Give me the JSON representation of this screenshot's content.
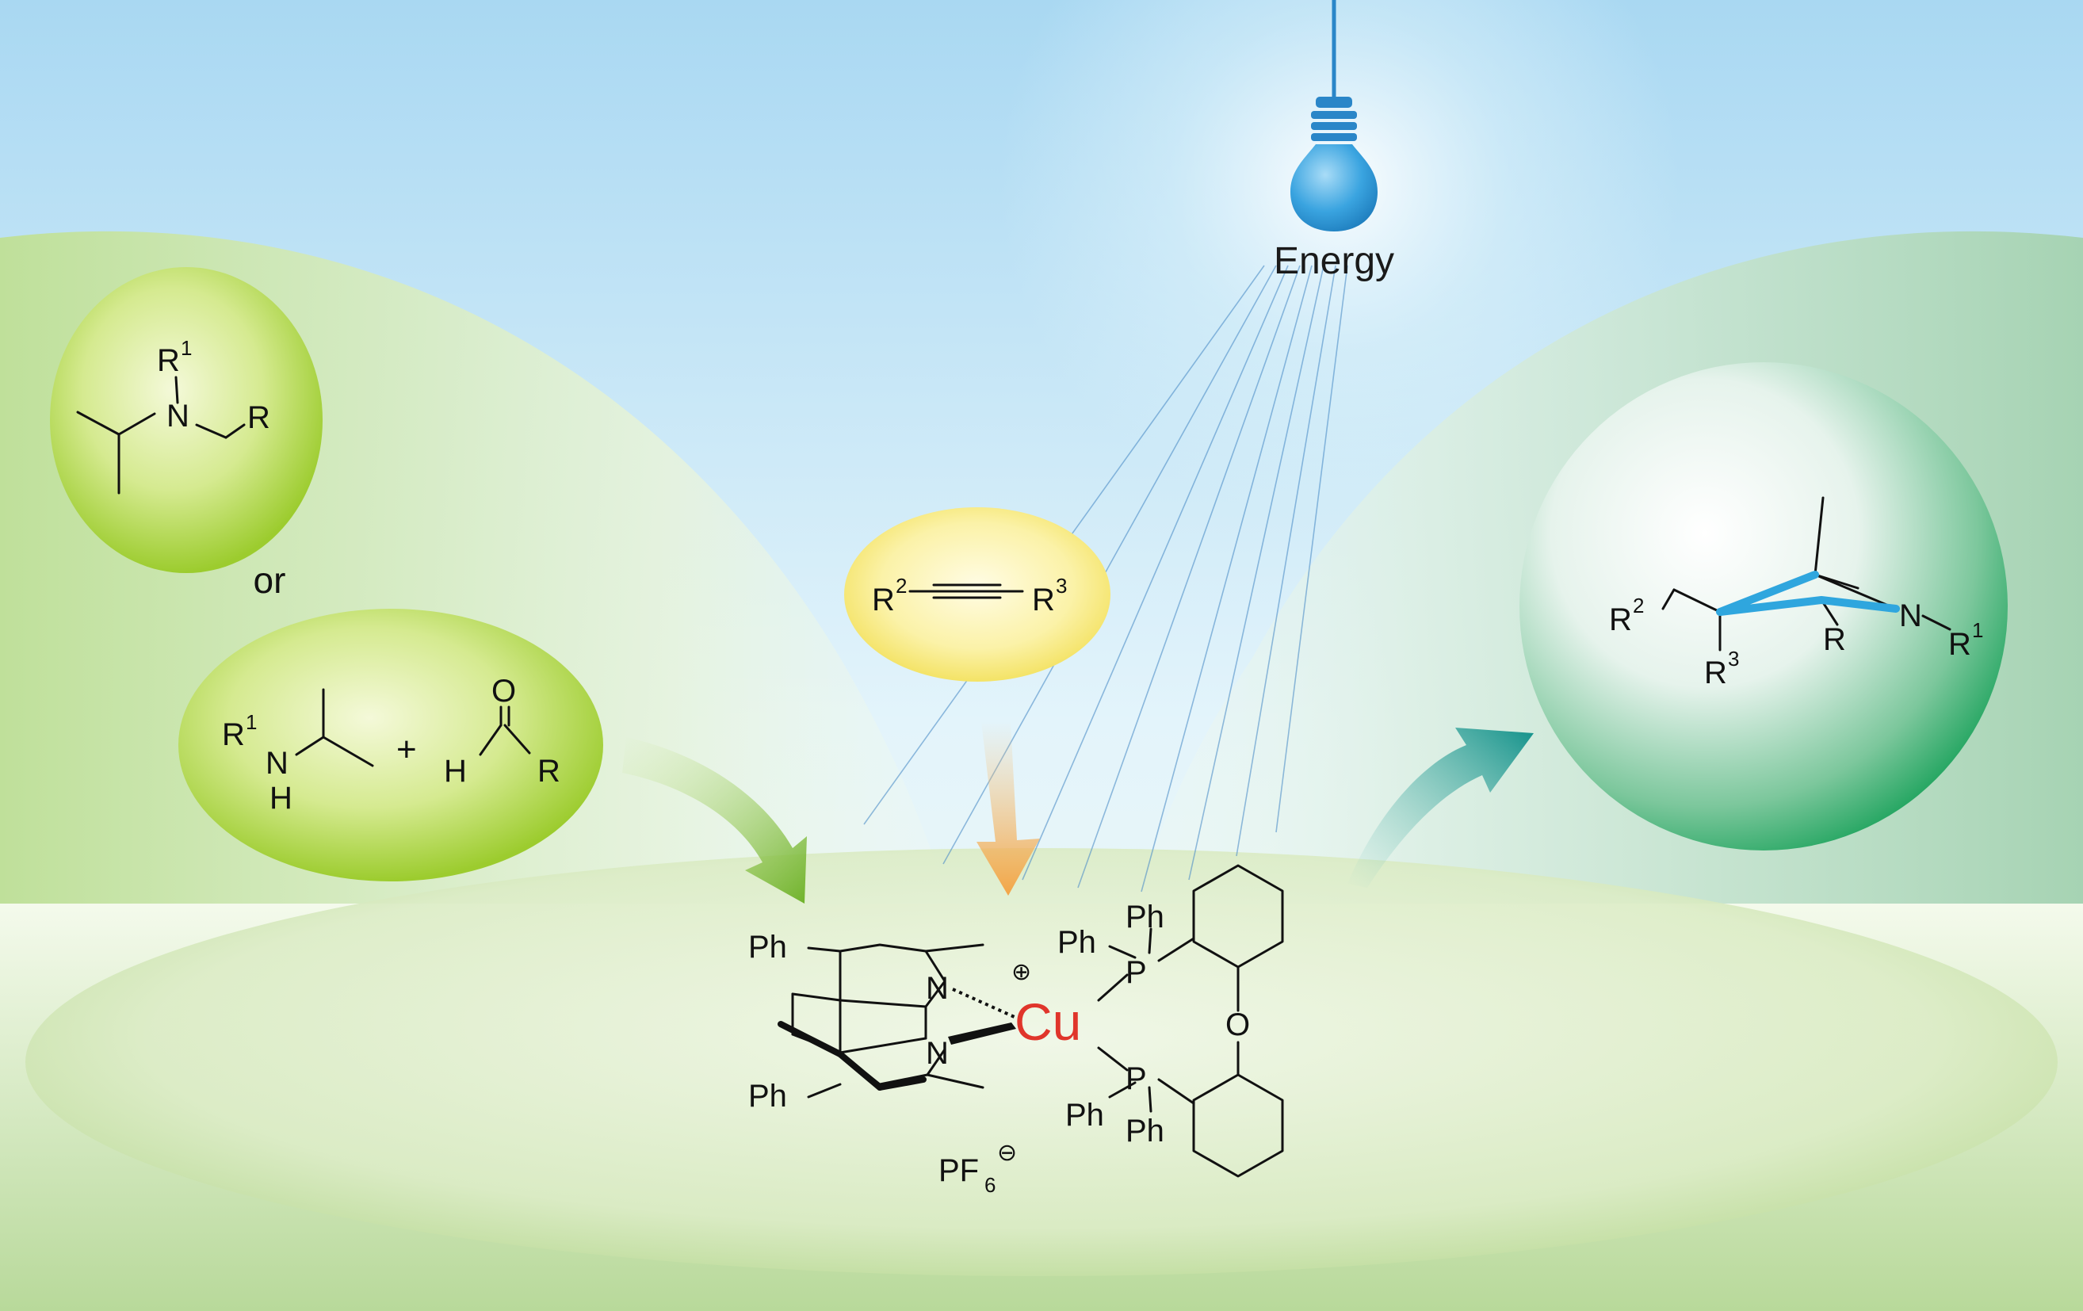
{
  "colors": {
    "sky_top": "#a9d8f2",
    "sky_mid": "#e3f4fb",
    "hill_green": "#c6e3a4",
    "ground_green": "#b8d99a",
    "lime_bubble": "#b5d94f",
    "yellow_bubble": "#f6e978",
    "product_bubble": "#2ca968",
    "bulb_blue": "#3aa4e0",
    "copper_red": "#e0352b",
    "arrow_green": "#7cbb34",
    "arrow_orange": "#f3a547",
    "arrow_teal": "#17958e",
    "highlight_bond": "#2fa6de"
  },
  "light": {
    "label": "Energy",
    "icon": "light-bulb-icon"
  },
  "reactants": {
    "amine": {
      "n_label": "N",
      "r1": "R",
      "r1_sup": "1",
      "r_label": "R"
    },
    "connector": "or",
    "secondary_amine": {
      "r1": "R",
      "r1_sup": "1",
      "n_label": "N",
      "h_label": "H"
    },
    "plus": "+",
    "aldehyde": {
      "o_label": "O",
      "h_label": "H",
      "r_label": "R"
    }
  },
  "alkyne": {
    "r2": "R",
    "r2_sup": "2",
    "r3": "R",
    "r3_sup": "3"
  },
  "catalyst": {
    "metal": "Cu",
    "charge": "⊕",
    "ph_labels": [
      "Ph",
      "Ph",
      "Ph",
      "Ph",
      "Ph",
      "Ph"
    ],
    "n_labels": [
      "N",
      "N"
    ],
    "p_labels": [
      "P",
      "P"
    ],
    "o_label": "O",
    "counterion": "PF",
    "counterion_sub": "6",
    "counterion_charge": "⊖"
  },
  "product": {
    "r2": "R",
    "r2_sup": "2",
    "r3": "R",
    "r3_sup": "3",
    "r_label": "R",
    "n_label": "N",
    "r1": "R",
    "r1_sup": "1"
  }
}
